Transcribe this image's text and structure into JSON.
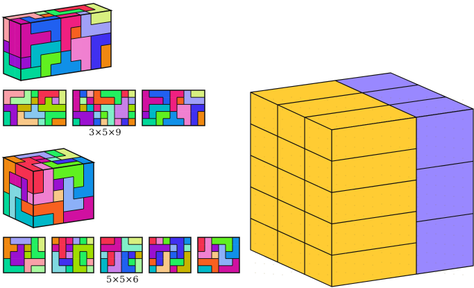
{
  "palette": {
    "a": "#f9a0a8",
    "b": "#a8f9a0",
    "c": "#22f060",
    "d": "#f53050",
    "e": "#c8b400",
    "f": "#a0dd00",
    "g": "#c880e8",
    "h": "#9a10d0",
    "i": "#88c8f0",
    "j": "#f8c888",
    "k": "#80f0c8",
    "l": "#d8f080",
    "m": "#00d898",
    "n": "#f08810",
    "o": "#d010a0",
    "p": "#2060f0",
    "q": "#f02080",
    "r": "#f86020",
    "s": "#00b8c8",
    "t": "#4030f0",
    "u": "#f080d0",
    "v": "#a0a0f8",
    "w": "#60f020",
    "x": "#1090e8",
    "y": "#80d8e0",
    "z": "#8cb0f8"
  },
  "packings": [
    {
      "label": "3×5×9",
      "layers": [
        [
          "aaabcdddl",
          "abbbedfgl",
          "hheeiffff",
          "mhjiiiccc",
          "mhjjjkcnn"
        ],
        [
          "oparcccdl",
          "oborrrcgv",
          "oesqkkggf",
          "hhhiwkggc",
          "mhhpjkutn"
        ],
        [
          "opppqqvll",
          "ooopqrvvv",
          "osssquutt",
          "hswwxuutn",
          "mmwxxxutn"
        ]
      ]
    },
    {
      "label": "5×5×6",
      "layers": [
        [
          "nvvvcl",
          "nnhecl",
          "nhhfcc",
          "mhhaaa",
          "mmmabb"
        ],
        [
          "ndqvcl",
          "odhfff",
          "ydgfcf",
          "yttfca",
          "yymffb"
        ],
        [
          "ddokll",
          "oookkk",
          "ydgpte",
          "sdgpcb",
          "sggppb"
        ],
        [
          "duwttx",
          "hhhztk",
          "htjpte",
          "rtjcce",
          "sjjoee"
        ],
        [
          "duwwwx",
          "duhzwx",
          "uujzxx",
          "rrrzzo",
          "ssrooo"
        ]
      ]
    }
  ],
  "solid": {
    "colors": {
      "yellow": "#ffcc33",
      "purple": "#9988ff"
    }
  }
}
